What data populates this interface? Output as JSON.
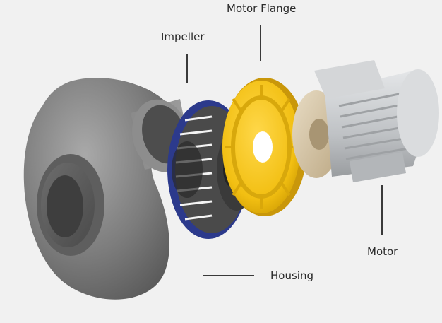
{
  "labels": {
    "motor_flange": "Motor Flange",
    "impeller": "Impeller",
    "motor": "Motor",
    "housing": "Housing"
  },
  "colors": {
    "background": "#f1f1f1",
    "housing": "#7b7b7b",
    "impeller_ring": "#2c3a8c",
    "flange": "#f2c21a",
    "motor_body": "#c9cbcd",
    "motor_plate": "#d8c8a8",
    "leader_line": "#3a3a3a"
  }
}
